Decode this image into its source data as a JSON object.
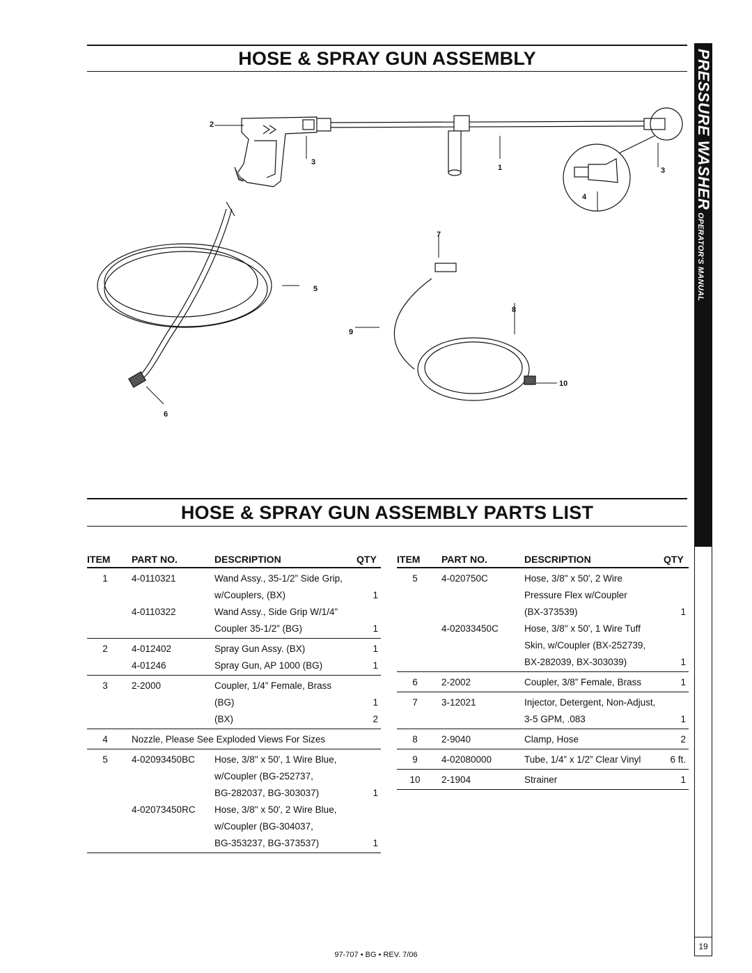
{
  "sidebar": {
    "title": "PRESSURE WASHER",
    "subtitle": "OPERATOR'S MANUAL"
  },
  "section1": {
    "title": "HOSE & SPRAY GUN ASSEMBLY"
  },
  "diagram": {
    "callouts": [
      "2",
      "3",
      "1",
      "3",
      "4",
      "7",
      "5",
      "8",
      "9",
      "10",
      "6"
    ]
  },
  "section2": {
    "title": "HOSE & SPRAY GUN ASSEMBLY PARTS LIST"
  },
  "table_headers": {
    "item": "ITEM",
    "part_no": "PART NO.",
    "description": "DESCRIPTION",
    "qty": "QTY"
  },
  "left_table": [
    {
      "rows": [
        {
          "item": "1",
          "part": "4-0110321",
          "desc": "Wand Assy., 35-1/2” Side Grip,",
          "qty": ""
        },
        {
          "item": "",
          "part": "",
          "desc": "w/Couplers, (BX)",
          "qty": "1"
        },
        {
          "item": "",
          "part": "4-0110322",
          "desc": "Wand Assy., Side Grip W/1/4”",
          "qty": ""
        },
        {
          "item": "",
          "part": "",
          "desc": "Coupler 35-1/2” (BG)",
          "qty": "1"
        }
      ]
    },
    {
      "rows": [
        {
          "item": "2",
          "part": "4-012402",
          "desc": "Spray Gun Assy. (BX)",
          "qty": "1"
        },
        {
          "item": "",
          "part": "4-01246",
          "desc": "Spray Gun,  AP 1000 (BG)",
          "qty": "1"
        }
      ]
    },
    {
      "rows": [
        {
          "item": "3",
          "part": "2-2000",
          "desc": "Coupler, 1/4” Female, Brass",
          "qty": ""
        },
        {
          "item": "",
          "part": "",
          "desc": "(BG)",
          "qty": "1"
        },
        {
          "item": "",
          "part": "",
          "desc": "(BX)",
          "qty": "2"
        }
      ]
    },
    {
      "rows": [
        {
          "item": "4",
          "part": "Nozzle, Please See Exploded Views For Sizes",
          "desc": "",
          "qty": "",
          "span": true
        }
      ]
    },
    {
      "rows": [
        {
          "item": "5",
          "part": "4-02093450BC",
          "desc": "Hose, 3/8\" x 50', 1 Wire Blue,",
          "qty": ""
        },
        {
          "item": "",
          "part": "",
          "desc": "w/Coupler (BG-252737,",
          "qty": ""
        },
        {
          "item": "",
          "part": "",
          "desc": "BG-282037, BG-303037)",
          "qty": "1"
        },
        {
          "item": "",
          "part": "4-02073450RC",
          "desc": "Hose, 3/8\" x 50', 2 Wire Blue,",
          "qty": ""
        },
        {
          "item": "",
          "part": "",
          "desc": "w/Coupler (BG-304037,",
          "qty": ""
        },
        {
          "item": "",
          "part": "",
          "desc": "BG-353237, BG-373537)",
          "qty": "1"
        }
      ]
    }
  ],
  "right_table": [
    {
      "rows": [
        {
          "item": "5",
          "part": "4-020750C",
          "desc": "Hose, 3/8\" x 50', 2 Wire",
          "qty": ""
        },
        {
          "item": "",
          "part": "",
          "desc": "Pressure Flex w/Coupler",
          "qty": ""
        },
        {
          "item": "",
          "part": "",
          "desc": "(BX-373539)",
          "qty": "1"
        },
        {
          "item": "",
          "part": "4-02033450C",
          "desc": "Hose, 3/8\" x 50', 1 Wire Tuff",
          "qty": ""
        },
        {
          "item": "",
          "part": "",
          "desc": "Skin, w/Coupler (BX-252739,",
          "qty": ""
        },
        {
          "item": "",
          "part": "",
          "desc": "BX-282039, BX-303039)",
          "qty": "1"
        }
      ]
    },
    {
      "rows": [
        {
          "item": "6",
          "part": "2-2002",
          "desc": "Coupler, 3/8” Female, Brass",
          "qty": "1"
        }
      ]
    },
    {
      "rows": [
        {
          "item": "7",
          "part": "3-12021",
          "desc": "Injector, Detergent, Non-Adjust,",
          "qty": ""
        },
        {
          "item": "",
          "part": "",
          "desc": "3-5 GPM, .083",
          "qty": "1"
        }
      ]
    },
    {
      "rows": [
        {
          "item": "8",
          "part": "2-9040",
          "desc": "Clamp, Hose",
          "qty": "2"
        }
      ]
    },
    {
      "rows": [
        {
          "item": "9",
          "part": "4-02080000",
          "desc": "Tube, 1/4” x 1/2” Clear Vinyl",
          "qty": "6 ft."
        }
      ]
    },
    {
      "rows": [
        {
          "item": "10",
          "part": "2-1904",
          "desc": "Strainer",
          "qty": "1"
        }
      ]
    }
  ],
  "page_number": "19",
  "footer": "97-707 • BG • REV. 7/06"
}
